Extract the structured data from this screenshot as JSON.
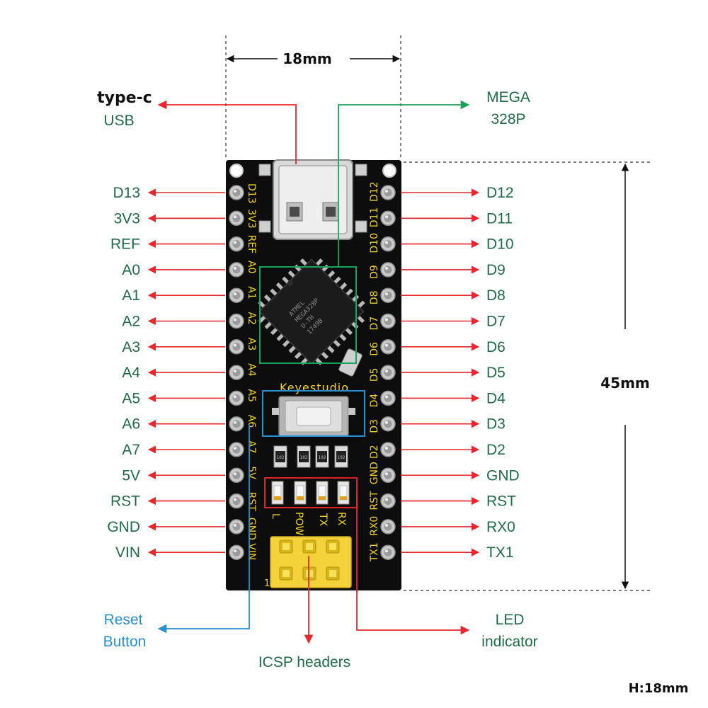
{
  "dimensions": {
    "width": "18mm",
    "length": "45mm",
    "height": "H:18mm"
  },
  "callouts": {
    "usb_line1": "type-c",
    "usb_line2": "USB",
    "mcu_line1": "MEGA",
    "mcu_line2": "328P",
    "reset_line1": "Reset",
    "reset_line2": "Button",
    "icsp": "ICSP headers",
    "led_line1": "LED",
    "led_line2": "indicator"
  },
  "pins": {
    "left": [
      "D13",
      "3V3",
      "REF",
      "A0",
      "A1",
      "A2",
      "A3",
      "A4",
      "A5",
      "A6",
      "A7",
      "5V",
      "RST",
      "GND",
      "VIN"
    ],
    "right": [
      "D12",
      "D11",
      "D10",
      "D9",
      "D8",
      "D7",
      "D6",
      "D5",
      "D4",
      "D3",
      "D2",
      "GND",
      "RST",
      "RX0",
      "TX1"
    ]
  },
  "board": {
    "brand": "Keyestudio",
    "left_silk": [
      "D13",
      "3V3",
      "REF",
      "A0",
      "A1",
      "A2",
      "A3",
      "A4",
      "A5",
      "A6",
      "A7",
      "5V",
      "RST",
      "GND",
      "VIN"
    ],
    "right_silk": [
      "D12",
      "D11",
      "D10",
      "D9",
      "D8",
      "D7",
      "D6",
      "D5",
      "D4",
      "D3",
      "D2",
      "GND",
      "RST",
      "RX0",
      "TX1"
    ],
    "led_labels": [
      "L",
      "POW",
      "TX",
      "RX"
    ],
    "icsp_pin1": "1",
    "chip_marking": [
      "ATMEL",
      "MEGA328P",
      "U-TH",
      "1749B"
    ],
    "resistor_code": "102"
  },
  "colors": {
    "pin_arrow": "#e8262b",
    "mcu_box": "#1aa35a",
    "reset_box": "#2a8fcf",
    "led_box": "#d8232a",
    "label_text": "#1f6b47",
    "silkscreen": "#f2d21a",
    "pcb": "#0d0d0d",
    "header_plastic": "#f3d23a"
  }
}
